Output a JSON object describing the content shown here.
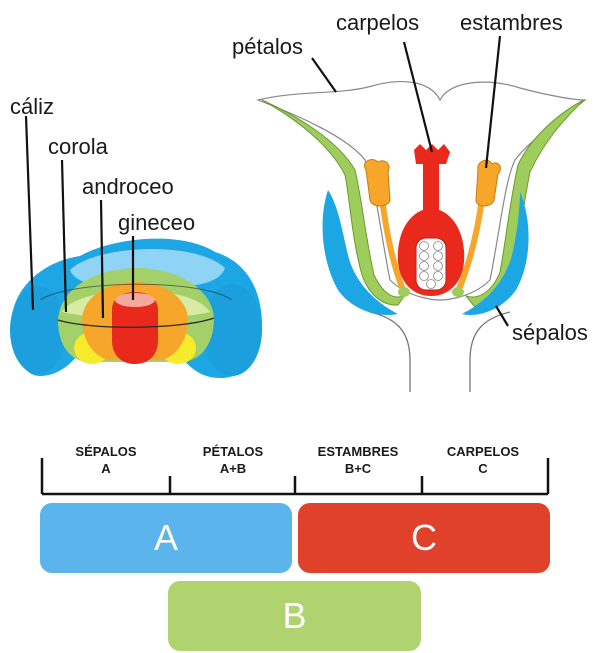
{
  "left_diagram": {
    "labels": {
      "caliz": "cáliz",
      "corola": "corola",
      "androceo": "androceo",
      "gineceo": "gineceo"
    }
  },
  "right_diagram": {
    "labels": {
      "petalos": "pétalos",
      "carpelos": "carpelos",
      "estambres": "estambres",
      "sepalos": "sépalos"
    }
  },
  "abc_model": {
    "whorls": [
      {
        "name": "SÉPALOS",
        "genes": "A"
      },
      {
        "name": "PÉTALOS",
        "genes": "A+B"
      },
      {
        "name": "ESTAMBRES",
        "genes": "B+C"
      },
      {
        "name": "CARPELOS",
        "genes": "C"
      }
    ],
    "gene_bars": [
      {
        "label": "A",
        "color": "#5bb4ec"
      },
      {
        "label": "C",
        "color": "#e0412b"
      },
      {
        "label": "B",
        "color": "#b1d36f"
      }
    ]
  },
  "colors": {
    "sepal_blue": "#1aa7e6",
    "sepal_light": "#8fd3f5",
    "petal_green": "#9ccb5a",
    "stamen_orange": "#f5a623",
    "carpel_red": "#e8291c",
    "yellow": "#f7ec2e"
  }
}
